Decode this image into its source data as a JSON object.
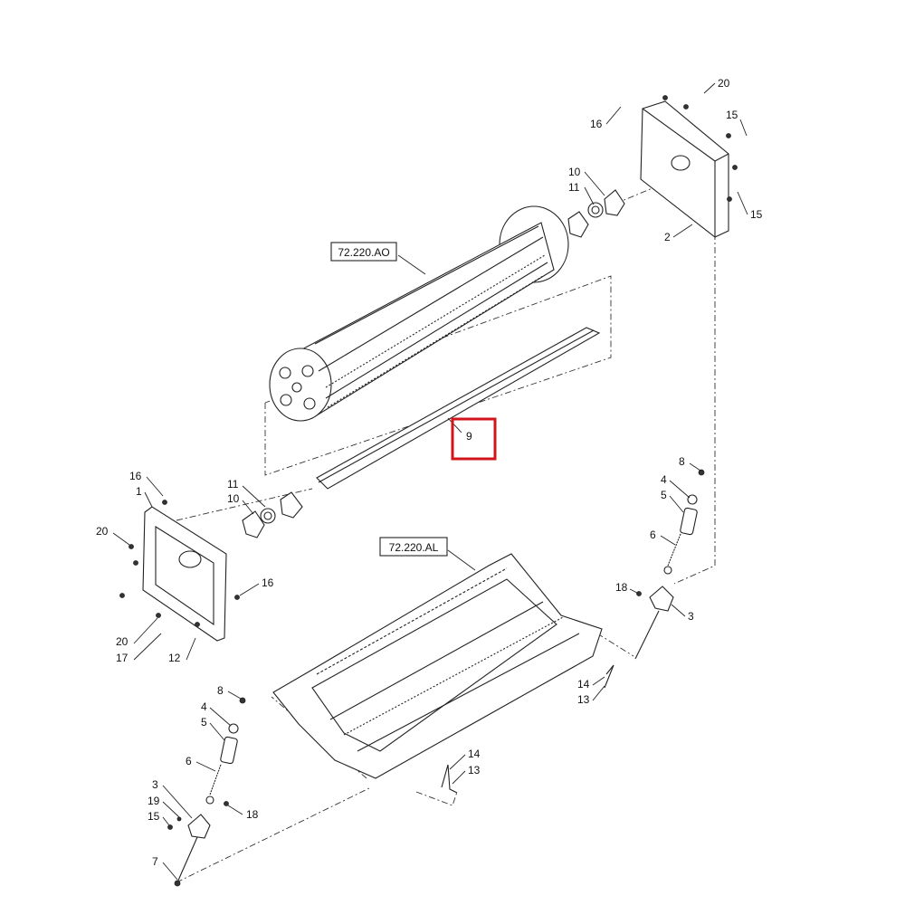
{
  "references": {
    "rotor": "72.220.AO",
    "pan": "72.220.AL"
  },
  "callouts": {
    "c20_top": "20",
    "c16_top": "16",
    "c15_top": "15",
    "c10_top": "10",
    "c11_top": "11",
    "c15_right": "15",
    "c2": "2",
    "c9": "9",
    "c16_left": "16",
    "c1": "1",
    "c11_left": "11",
    "c10_left": "10",
    "c20_left": "20",
    "c16_frame": "16",
    "c20_bottom": "20",
    "c17": "17",
    "c12": "12",
    "c8_right": "8",
    "c4_right": "4",
    "c5_right": "5",
    "c6_right": "6",
    "c18_right": "18",
    "c3_right": "3",
    "c14_right": "14",
    "c13_right": "13",
    "c8_left": "8",
    "c4_left": "4",
    "c5_left": "5",
    "c6_left": "6",
    "c3_left": "3",
    "c19": "19",
    "c15_left": "15",
    "c18_left": "18",
    "c7": "7",
    "c14_center": "14",
    "c13_center": "13"
  },
  "highlight": {
    "label": "9",
    "color": "#d2151b"
  }
}
